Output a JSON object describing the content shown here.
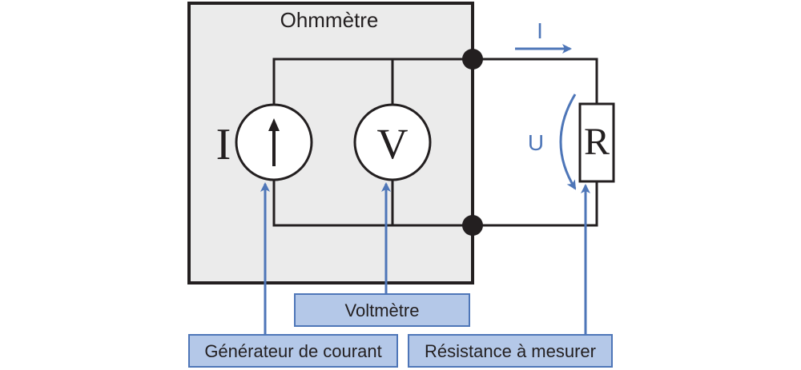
{
  "diagram": {
    "box_title": "Ohmmètre",
    "current_symbol": "I",
    "voltmeter_symbol": "V",
    "resistor_symbol": "R",
    "current_arrow_label": "I",
    "voltage_label": "U",
    "callouts": {
      "voltmeter": "Voltmètre",
      "current_generator": "Générateur de courant",
      "resistance": "Résistance à mesurer"
    }
  },
  "colors": {
    "wire": "#231f20",
    "box_fill": "#ebebeb",
    "accent": "#4e76b8",
    "label_fill": "#b4c8e8"
  }
}
